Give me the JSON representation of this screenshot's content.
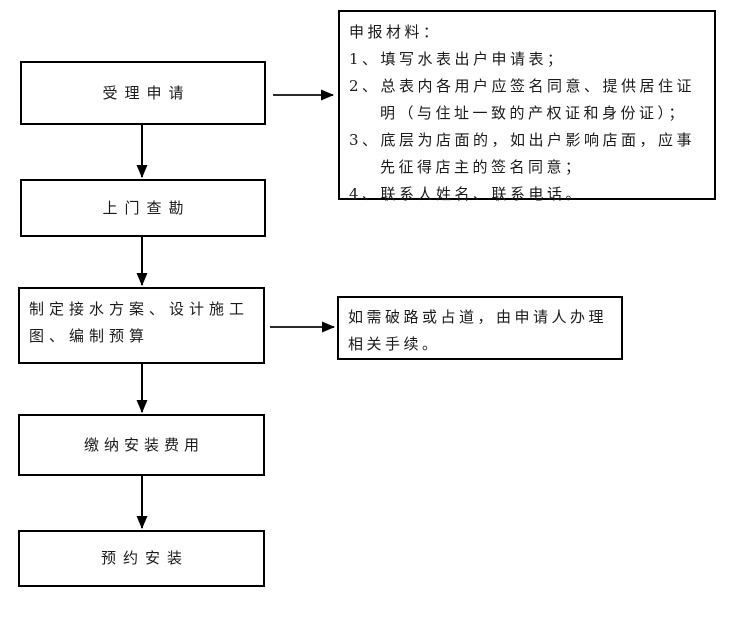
{
  "flowchart": {
    "steps": [
      {
        "id": "accept-application",
        "label": "受理申请"
      },
      {
        "id": "site-survey",
        "label": "上门查勘"
      },
      {
        "id": "make-plan",
        "label": "制定接水方案、设计施工图、编制预算"
      },
      {
        "id": "pay-fee",
        "label": "缴纳安装费用"
      },
      {
        "id": "book-installation",
        "label": "预约安装"
      }
    ],
    "materials_note": {
      "title": "申报材料：",
      "items": [
        "1、填写水表出户申请表；",
        "2、总表内各用户应签名同意、提供居住证明（与住址一致的产权证和身份证）；",
        "3、底层为店面的，如出户影响店面，应事先征得店主的签名同意；",
        "4、联系人姓名、联系电话。"
      ]
    },
    "road_note": {
      "text": "如需破路或占道，由申请人办理相关手续。"
    },
    "colors": {
      "line": "#000000",
      "text": "#1a1a1a",
      "background": "#ffffff"
    }
  }
}
